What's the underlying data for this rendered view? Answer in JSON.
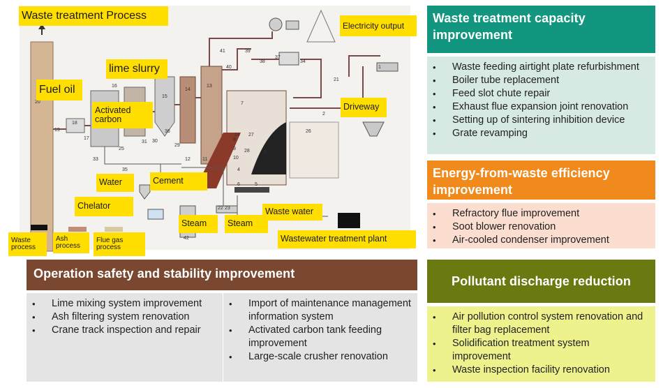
{
  "diagram": {
    "labels": {
      "title": "Waste treatment Process",
      "electricity": "Electricity output",
      "lime": "lime slurry",
      "fuel": "Fuel oil",
      "activated": "Activated carbon",
      "driveway": "Driveway",
      "water": "Water",
      "cement": "Cement",
      "chelator": "Chelator",
      "steam1": "Steam",
      "steam2": "Steam",
      "wastewater": "Waste water",
      "wwtp": "Wastewater treatment plant",
      "waste_proc": "Waste process",
      "ash_proc": "Ash process",
      "flue_proc": "Flue gas process"
    },
    "numbers": [
      "16",
      "15",
      "14",
      "13",
      "12",
      "11",
      "10",
      "9",
      "8",
      "7",
      "6",
      "5",
      "4",
      "3",
      "2",
      "1",
      "17",
      "18",
      "19",
      "20",
      "21",
      "22",
      "23",
      "24",
      "25",
      "26",
      "27",
      "28",
      "29",
      "30",
      "31",
      "33",
      "34",
      "35",
      "36",
      "37",
      "38",
      "39",
      "40",
      "41",
      "42"
    ],
    "colors": {
      "pipe": "#7a4a4a",
      "equipment": "#c8c8c8",
      "furnace": "#a0522d",
      "wall": "#d9b99b"
    }
  },
  "capacity": {
    "title": "Waste treatment capacity improvement",
    "color": "#12967f",
    "bg": "#d6e9e2",
    "items": [
      "Waste feeding airtight plate refurbishment",
      "Boiler tube replacement",
      "Feed slot chute repair",
      "Exhaust flue expansion joint renovation",
      "Setting up of sintering inhibition device",
      "Grate revamping"
    ]
  },
  "energy": {
    "title": "Energy-from-waste efficiency improvement",
    "color": "#f08a1c",
    "bg": "#fbded0",
    "items": [
      "Refractory flue improvement",
      "Soot blower renovation",
      "Air-cooled condenser improvement"
    ]
  },
  "safety": {
    "title": "Operation safety and stability improvement",
    "color": "#7a4830",
    "bg": "#e4e4e4",
    "left_items": [
      "Lime mixing system improvement",
      "Ash filtering system renovation",
      "Crane track inspection and repair"
    ],
    "right_items": [
      "Import of maintenance management information system",
      "Activated carbon tank feeding improvement",
      "Large-scale crusher renovation"
    ]
  },
  "pollutant": {
    "title": "Pollutant discharge reduction",
    "color": "#6b7a10",
    "bg": "#eef28c",
    "items": [
      "Air pollution control system renovation and filter bag replacement",
      "Solidification treatment system improvement",
      "Waste inspection facility renovation"
    ]
  }
}
